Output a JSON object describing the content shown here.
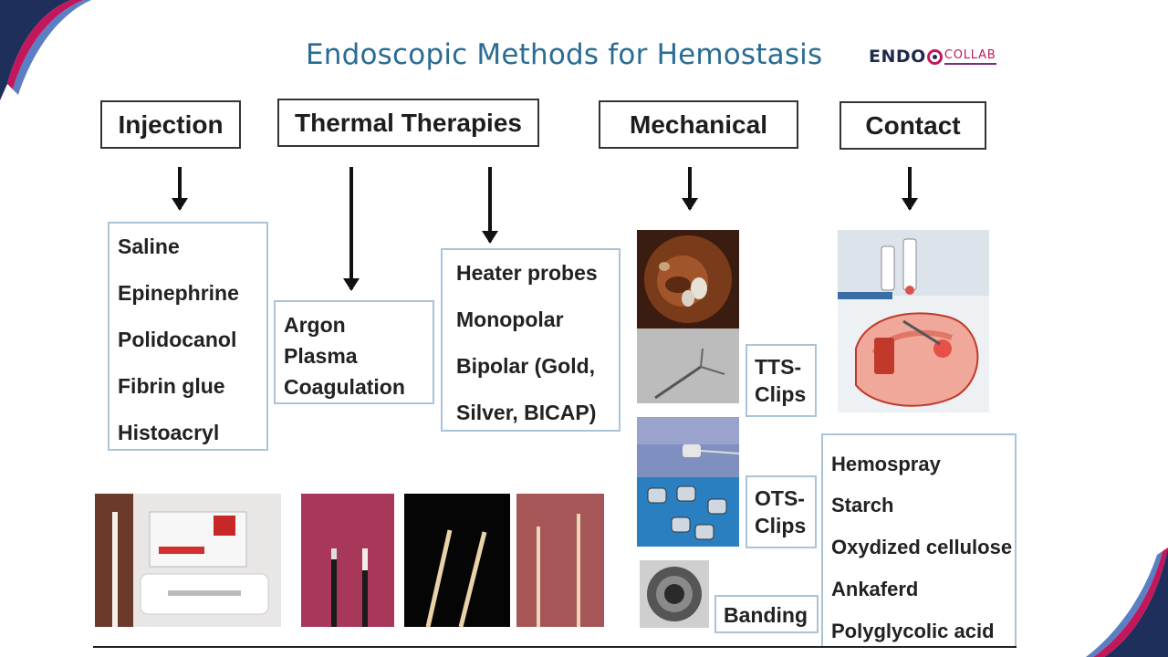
{
  "title": "Endoscopic Methods for Hemostasis",
  "logo": {
    "part1": "ENDO",
    "part2": "COLLAB"
  },
  "colors": {
    "title": "#2a6c93",
    "box_border": "#a9c4d9",
    "accent_pink": "#c2185b",
    "accent_navy": "#1f2b4d"
  },
  "categories": {
    "injection": "Injection",
    "thermal": "Thermal Therapies",
    "mechanical": "Mechanical",
    "contact": "Contact"
  },
  "injection_items": [
    "Saline",
    "Epinephrine",
    "Polidocanol",
    "Fibrin glue",
    "Histoacryl"
  ],
  "thermal_apc": [
    "Argon",
    "Plasma",
    "Coagulation"
  ],
  "thermal_contact_items": [
    "Heater probes",
    "Monopolar",
    "Bipolar (Gold,",
    "Silver, BICAP)"
  ],
  "mechanical_labels": {
    "tts": [
      "TTS-",
      "Clips"
    ],
    "ots": [
      "OTS-",
      "Clips"
    ],
    "banding": "Banding"
  },
  "contact_items": [
    "Hemospray",
    "Starch",
    "Oxydized cellulose",
    "Ankaferd",
    "Polyglycolic acid"
  ]
}
